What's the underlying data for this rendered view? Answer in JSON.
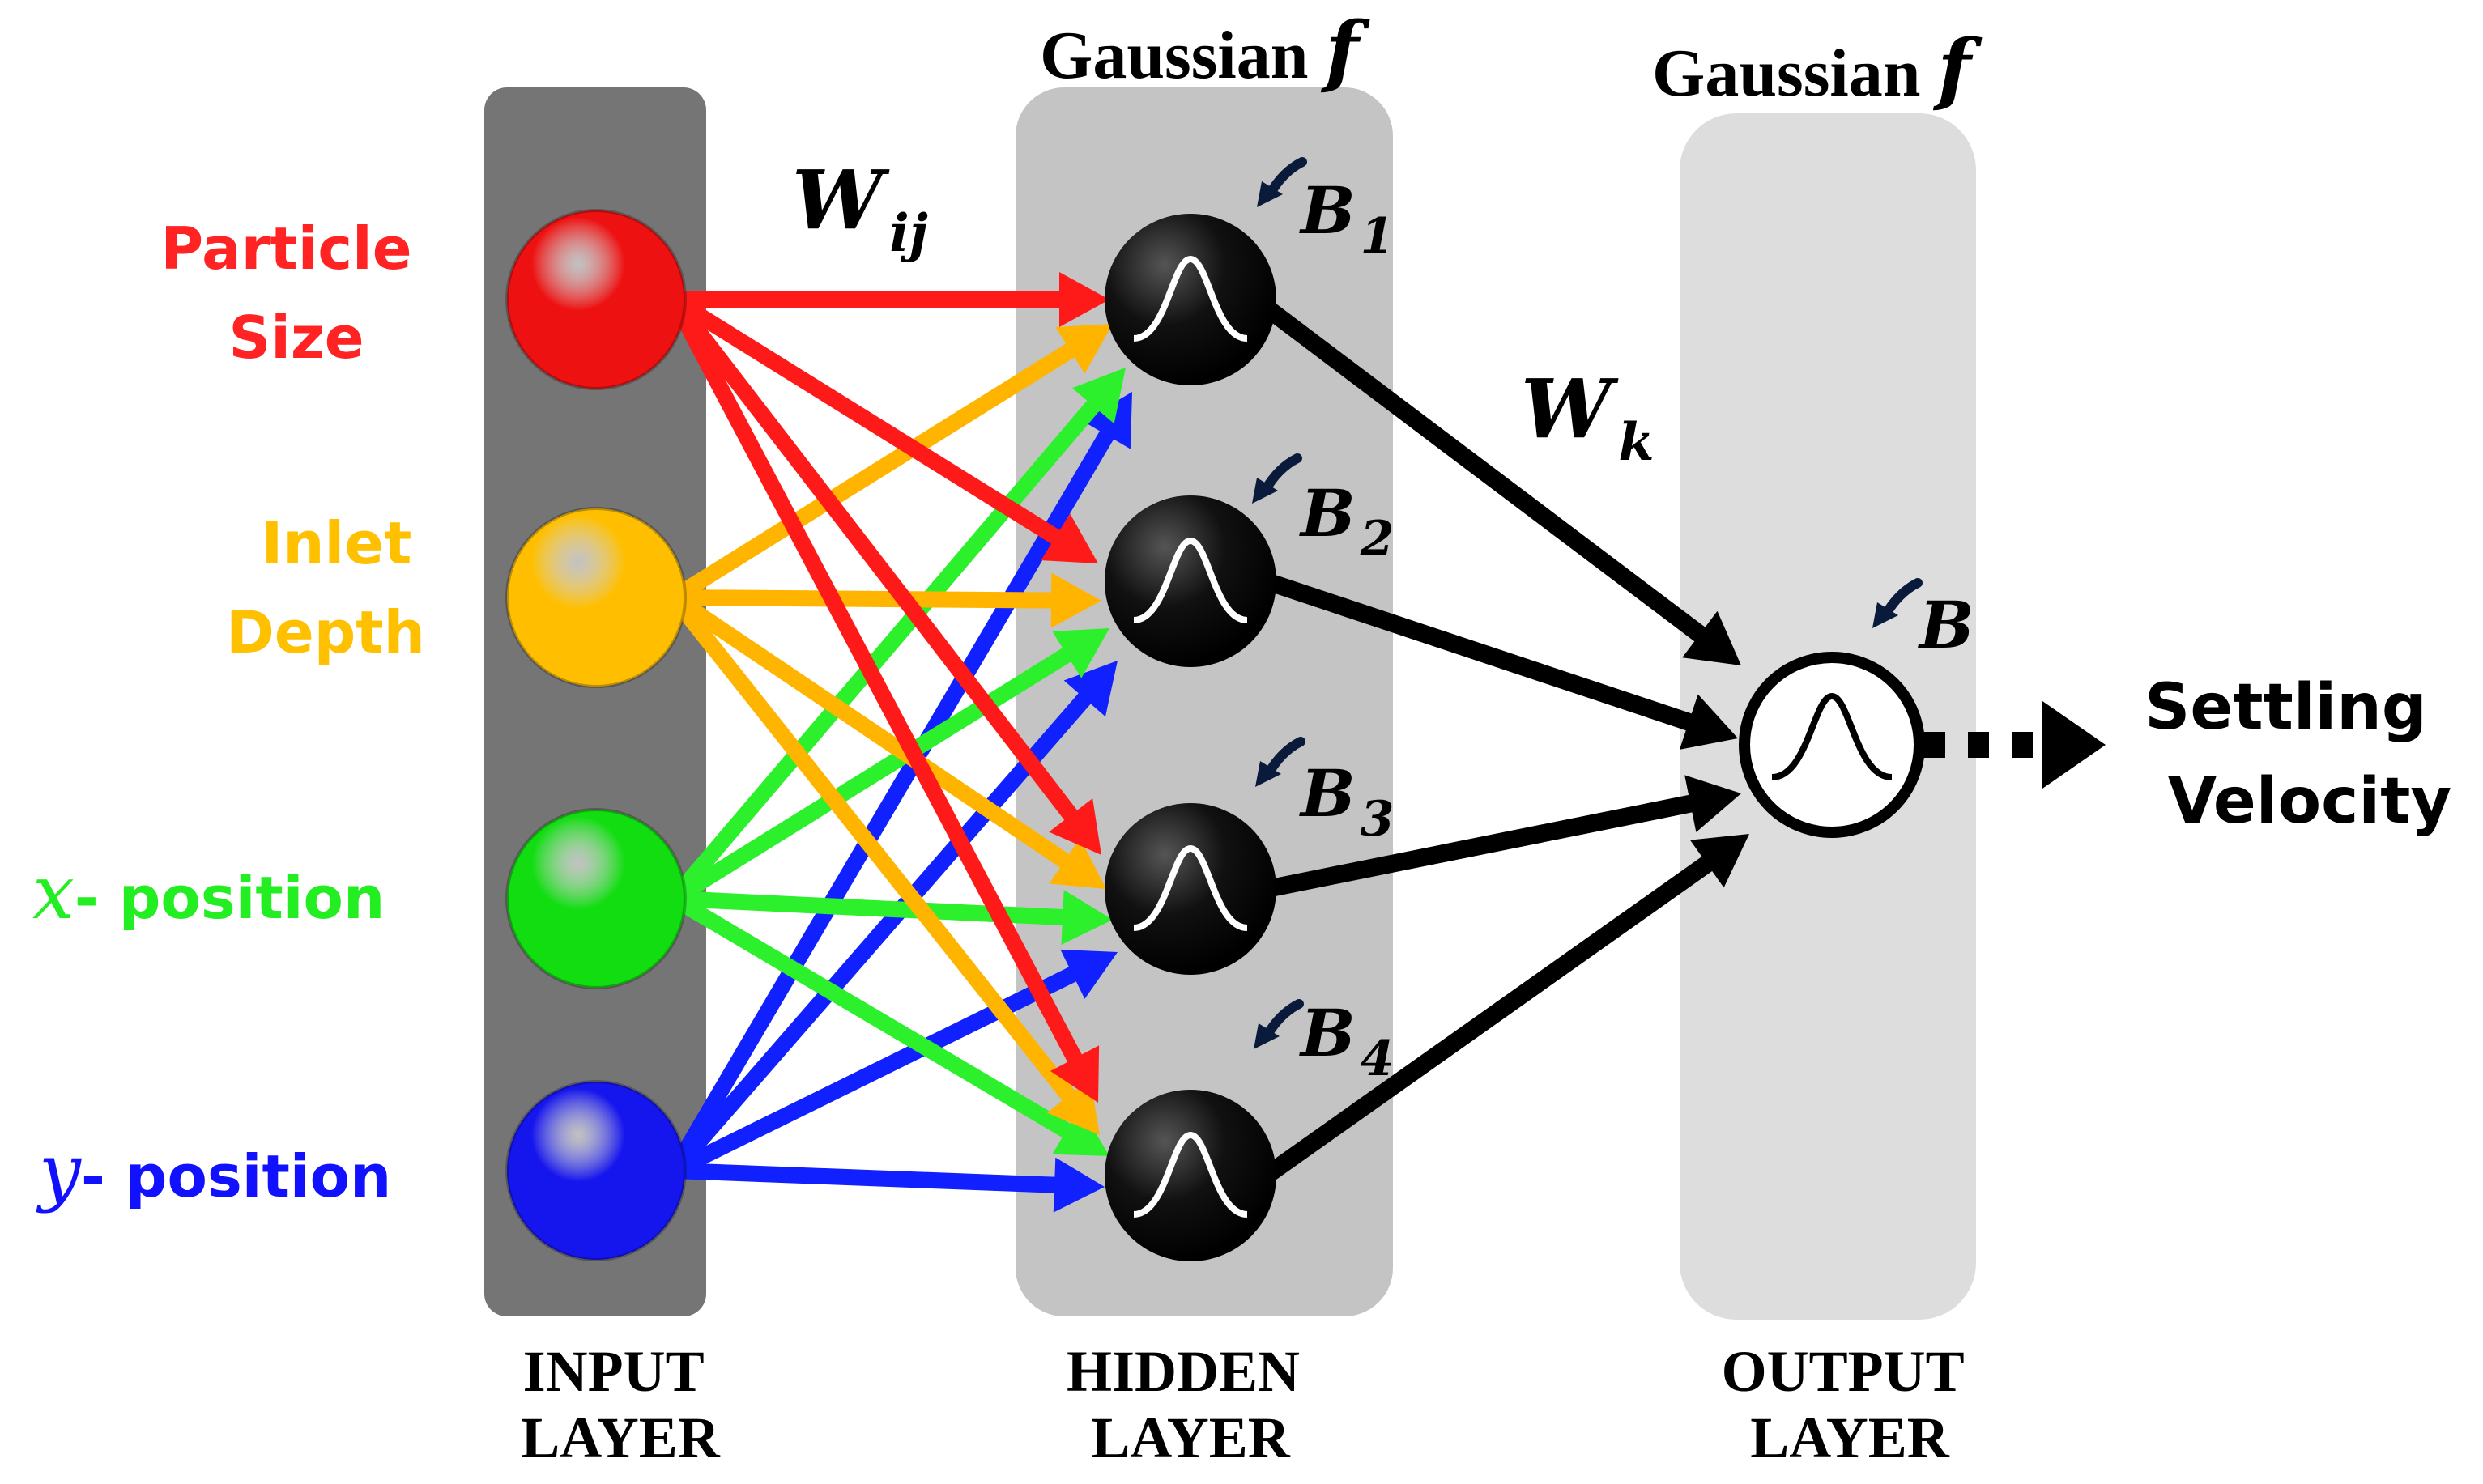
{
  "input_labels": [
    {
      "lines": [
        "Particle",
        "Size"
      ],
      "color": "#ff2323"
    },
    {
      "lines": [
        "Inlet",
        "Depth"
      ],
      "color": "#ffc000"
    },
    {
      "var": "x",
      "suffix": "- position",
      "color": "#22ee22"
    },
    {
      "var": "y",
      "suffix": "- position",
      "color": "#1111ff"
    }
  ],
  "node_colors": [
    "#ee1111",
    "#ffbf00",
    "#11dd11",
    "#1515ee"
  ],
  "arrow_colors": [
    "#ff1a1a",
    "#ffb400",
    "#2cf02c",
    "#1020ff"
  ],
  "weights": {
    "input_hidden": {
      "symbol": "W",
      "subscript": "ij"
    },
    "hidden_output": {
      "symbol": "W",
      "subscript": "k"
    }
  },
  "biases": [
    {
      "symbol": "B",
      "subscript": "1"
    },
    {
      "symbol": "B",
      "subscript": "2"
    },
    {
      "symbol": "B",
      "subscript": "3"
    },
    {
      "symbol": "B",
      "subscript": "4"
    }
  ],
  "output_bias": {
    "symbol": "B",
    "subscript": ""
  },
  "activation_titles": [
    {
      "text": "Gaussian ",
      "var": "f"
    },
    {
      "text": "Gaussian ",
      "var": "f"
    }
  ],
  "layer_labels": [
    [
      "INPUT",
      "LAYER"
    ],
    [
      "HIDDEN",
      "LAYER"
    ],
    [
      "OUTPUT",
      "LAYER"
    ]
  ],
  "output_label": [
    "Settling",
    "Velocity"
  ]
}
